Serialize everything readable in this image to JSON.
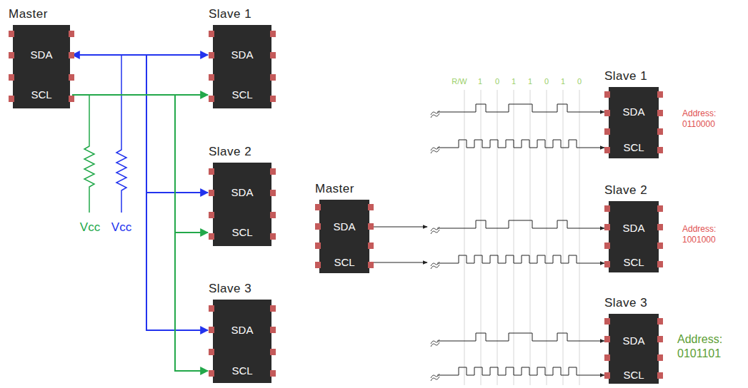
{
  "diagram": {
    "nodes": [
      {
        "text": [
          "Master",
          "SDA",
          "SCL"
        ]
      },
      {
        "text": [
          "Slave 1",
          "SDA",
          "SCL"
        ]
      },
      {
        "text": [
          "Slave 2",
          "SDA",
          "SCL"
        ]
      },
      {
        "text": [
          "Slave 3",
          "SDA",
          "SCL"
        ]
      },
      {
        "text": [
          "Master",
          "SDA",
          "SCL"
        ]
      },
      {
        "text": [
          "Slave 1",
          "SDA",
          "SCL"
        ]
      },
      {
        "text": [
          "Slave 2",
          "SDA",
          "SCL"
        ]
      },
      {
        "text": [
          "Slave 3",
          "SDA",
          "SCL"
        ]
      }
    ],
    "edges": [
      {
        "from": 0,
        "to": 1,
        "arrow": "both"
      },
      {
        "from": 0,
        "to": 2,
        "arrow": "to"
      },
      {
        "from": 0,
        "to": 3,
        "arrow": "to"
      },
      {
        "from": 0,
        "to": 1,
        "arrow": "to"
      },
      {
        "from": 0,
        "to": 2,
        "arrow": "to"
      },
      {
        "from": 0,
        "to": 3,
        "arrow": "to"
      }
    ],
    "labels": [
      "Vcc",
      "Vcc",
      "R/W",
      "1",
      "0",
      "1",
      "1",
      "0",
      "1",
      "0",
      "Address: 0110000",
      "Address: 1001000",
      "Address: 0101101"
    ]
  }
}
